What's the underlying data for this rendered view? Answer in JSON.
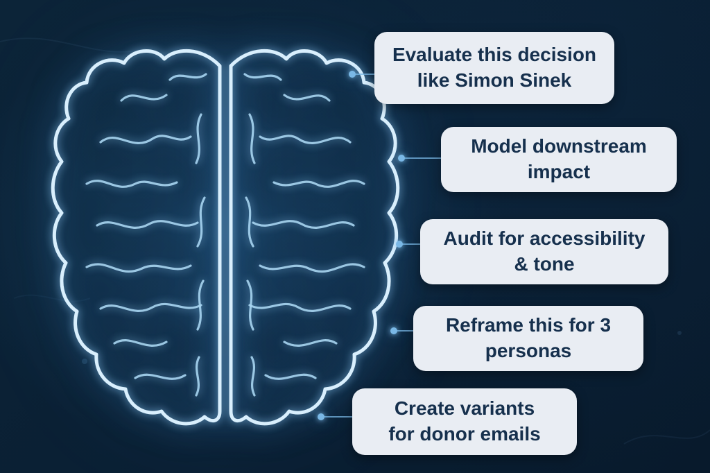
{
  "background": {
    "color": "#0a1f33"
  },
  "accent": {
    "dot_color": "#7ab8e6",
    "brain_glow": "#9fd4f5",
    "card_bg": "#e9edf3",
    "card_text": "#16304d"
  },
  "callouts": [
    {
      "line1": "Evaluate this decision",
      "line2": "like Simon Sinek"
    },
    {
      "line1": "Model downstream",
      "line2": "impact"
    },
    {
      "line1": "Audit for accessibility",
      "line2": "& tone"
    },
    {
      "line1": "Reframe this for 3",
      "line2": "personas"
    },
    {
      "line1": "Create variants",
      "line2": "for donor emails"
    }
  ]
}
